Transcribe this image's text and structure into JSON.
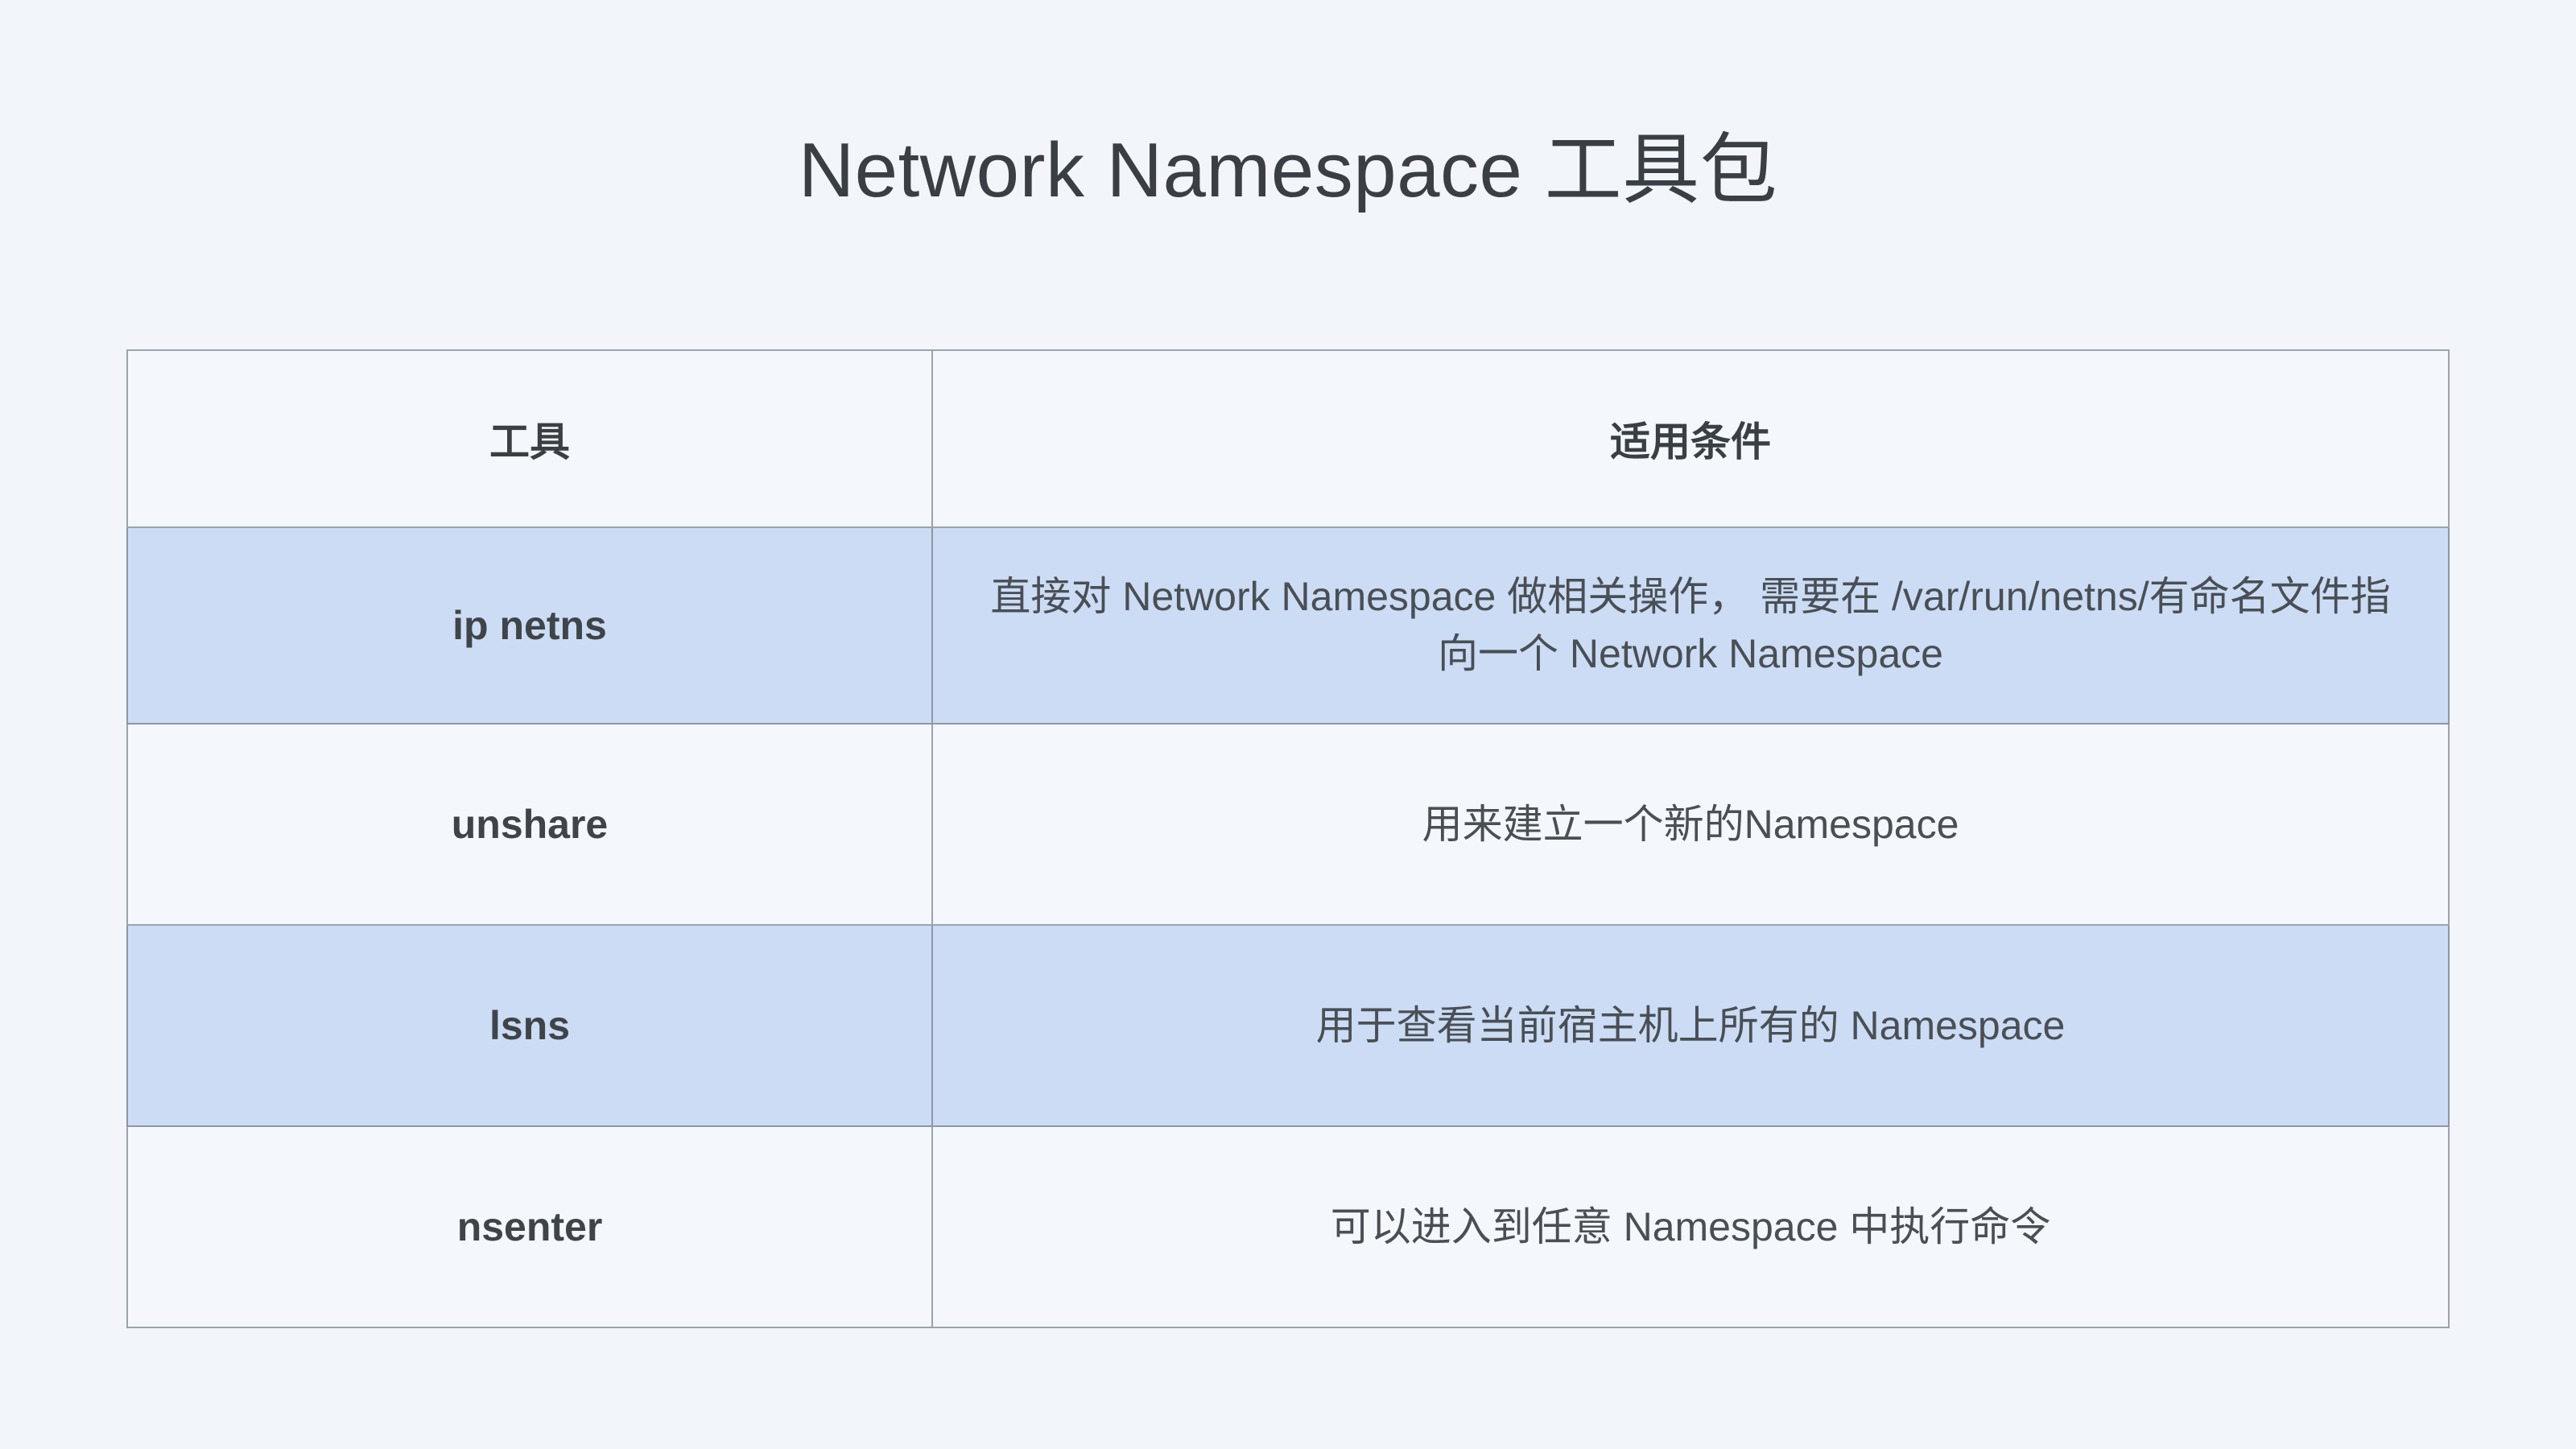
{
  "page": {
    "background_color": "#f2f6fb",
    "title": "Network Namespace 工具包"
  },
  "table": {
    "columns": [
      {
        "key": "tool",
        "label": "工具"
      },
      {
        "key": "condition",
        "label": "适用条件"
      }
    ],
    "highlight_color": "#cbdcf4",
    "cell_background_color": "#f4f7fc",
    "border_color": "#9aa3ad",
    "rows": [
      {
        "tool": "ip netns",
        "condition": "直接对 Network Namespace 做相关操作， 需要在 /var/run/netns/有命名文件指向一个 Network Namespace",
        "highlighted": true
      },
      {
        "tool": "unshare",
        "condition": "用来建立一个新的Namespace",
        "highlighted": false
      },
      {
        "tool": "lsns",
        "condition": "用于查看当前宿主机上所有的 Namespace",
        "highlighted": true
      },
      {
        "tool": "nsenter",
        "condition": "可以进入到任意 Namespace 中执行命令",
        "highlighted": false
      }
    ]
  }
}
